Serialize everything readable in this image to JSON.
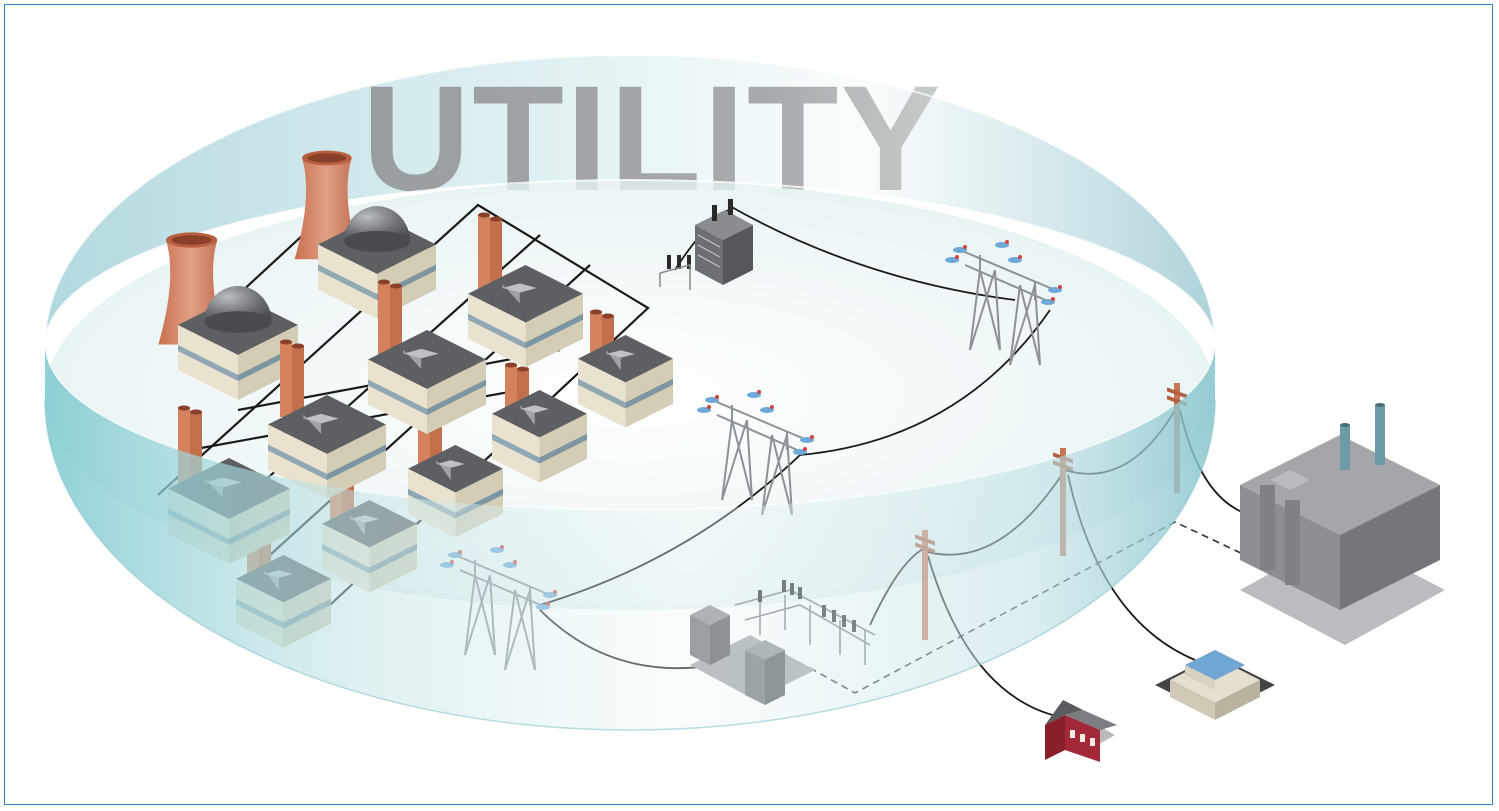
{
  "title": "UTILITY",
  "colors": {
    "frame_border": "#2f88c2",
    "title_text": "#9a9da0",
    "stack_orange": "#d4825e",
    "roof_gray": "#5e5f63",
    "building_cream": "#e8e2cf",
    "dish_tint": "#a9d4da",
    "wire_black": "#1a1a1a",
    "pole_wood": "#c97452",
    "insulator_blue": "#6ea8d8"
  },
  "legend": [],
  "diagram": {
    "region": "utility",
    "nodes": [
      {
        "id": "power-plants",
        "kind": "generation",
        "icon": "power-plant-icon"
      },
      {
        "id": "step-up-transformer",
        "kind": "transformer",
        "icon": "transformer-icon"
      },
      {
        "id": "tower-1",
        "kind": "transmission",
        "icon": "transmission-tower-icon"
      },
      {
        "id": "tower-2",
        "kind": "transmission",
        "icon": "transmission-tower-icon"
      },
      {
        "id": "tower-3",
        "kind": "transmission",
        "icon": "transmission-tower-icon"
      },
      {
        "id": "substation",
        "kind": "substation",
        "icon": "substation-icon"
      },
      {
        "id": "pole-1",
        "kind": "distribution",
        "icon": "utility-pole-icon"
      },
      {
        "id": "pole-2",
        "kind": "distribution",
        "icon": "utility-pole-icon"
      },
      {
        "id": "pole-3",
        "kind": "distribution",
        "icon": "utility-pole-icon"
      },
      {
        "id": "factory",
        "kind": "consumer",
        "icon": "factory-icon"
      },
      {
        "id": "commercial-building",
        "kind": "consumer",
        "icon": "commercial-building-icon"
      },
      {
        "id": "house",
        "kind": "consumer",
        "icon": "house-icon"
      }
    ],
    "edges": [
      {
        "from": "power-plants",
        "to": "step-up-transformer",
        "style": "bus"
      },
      {
        "from": "step-up-transformer",
        "to": "tower-1",
        "style": "solid"
      },
      {
        "from": "tower-1",
        "to": "tower-2",
        "style": "solid"
      },
      {
        "from": "tower-2",
        "to": "tower-3",
        "style": "solid"
      },
      {
        "from": "tower-3",
        "to": "substation",
        "style": "solid"
      },
      {
        "from": "substation",
        "to": "pole-1",
        "style": "solid"
      },
      {
        "from": "pole-1",
        "to": "pole-2",
        "style": "solid"
      },
      {
        "from": "pole-2",
        "to": "pole-3",
        "style": "solid"
      },
      {
        "from": "pole-3",
        "to": "factory",
        "style": "solid"
      },
      {
        "from": "pole-1",
        "to": "house",
        "style": "solid"
      },
      {
        "from": "pole-2",
        "to": "commercial-building",
        "style": "solid"
      },
      {
        "from": "substation",
        "to": "factory",
        "style": "dashed"
      }
    ]
  }
}
